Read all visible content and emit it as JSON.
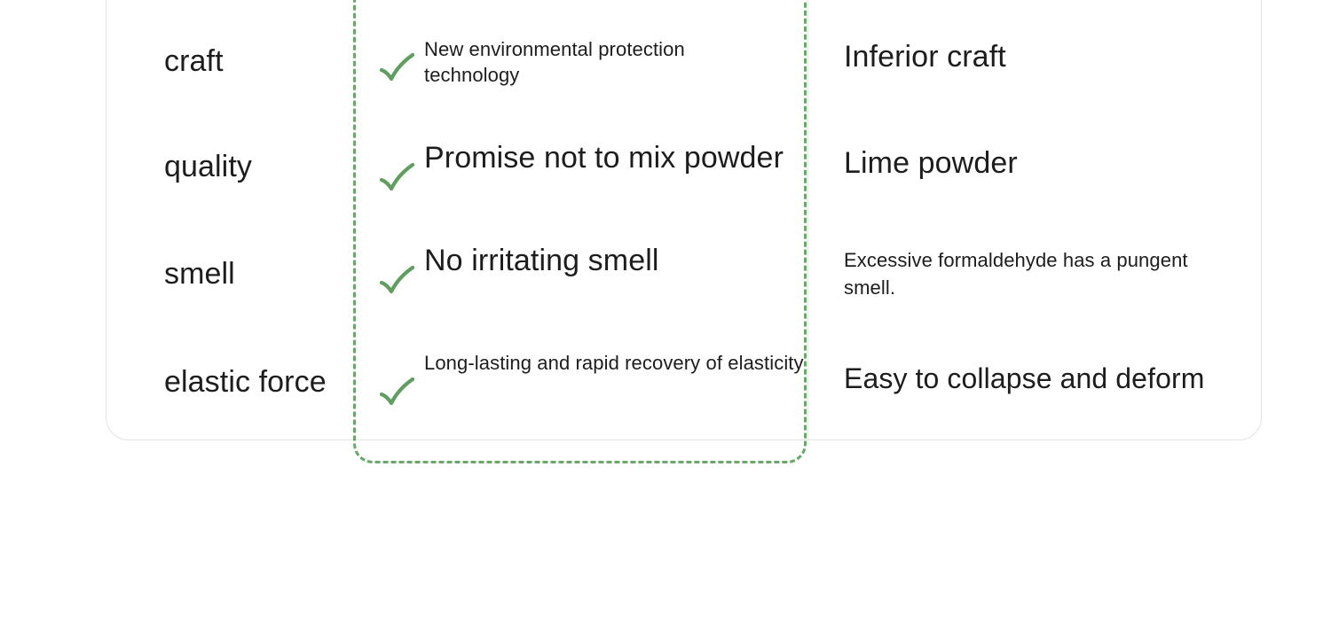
{
  "colors": {
    "check_green": "#5f9e5f",
    "dashed_border_green": "#68a868",
    "card_border_gray": "#e3e3e3",
    "divider_gray": "#e8e8e8",
    "text_dark": "#1d1d1d",
    "page_background": "#ffffff"
  },
  "card": {
    "name": "product-comparison-card",
    "highlight_column": "our-product",
    "icons": {
      "check": "check-icon"
    }
  },
  "comparison": {
    "rows": [
      {
        "attribute": "craft",
        "pro": "New environmental protection technology",
        "con": "Inferior craft"
      },
      {
        "attribute": "quality",
        "pro": "Promise not to mix powder",
        "con": "Lime powder"
      },
      {
        "attribute": "smell",
        "pro": "No irritating smell",
        "con": "Excessive formaldehyde has a pungent smell."
      },
      {
        "attribute": "elastic force",
        "pro": "Long-lasting and rapid recovery of elasticity",
        "con": "Easy to collapse and deform"
      }
    ]
  }
}
